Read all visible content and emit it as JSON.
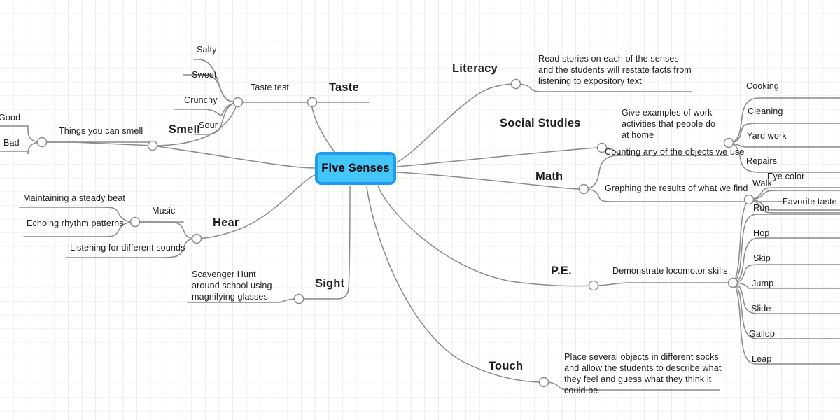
{
  "diagram": {
    "title": "Five Senses",
    "type": "mind-map",
    "line_color": "#8a8a8a",
    "node_fill": "#45c6fb",
    "node_border": "#1f9cf0",
    "grid_color": "#e6f0e2",
    "text_color": "#1d1d1d"
  },
  "root": {
    "label": "Five Senses"
  },
  "branches": {
    "taste": {
      "label": "Taste"
    },
    "smell": {
      "label": "Smell"
    },
    "hear": {
      "label": "Hear"
    },
    "sight": {
      "label": "Sight"
    },
    "touch": {
      "label": "Touch"
    },
    "literacy": {
      "label": "Literacy"
    },
    "social_studies": {
      "label": "Social Studies"
    },
    "math": {
      "label": "Math"
    },
    "pe": {
      "label": "P.E."
    }
  },
  "nodes": {
    "taste_test": "Taste test",
    "salty": "Salty",
    "sweet": "Sweet",
    "crunchy": "Crunchy",
    "sour": "Sour",
    "things_you_can_smell": "Things you can smell",
    "good": "Good",
    "bad": "Bad",
    "music": "Music",
    "maintaining_beat": "Maintaining a steady beat",
    "echoing_rhythm": "Echoing rhythm patterns",
    "listening_sounds": "Listening for different sounds",
    "scavenger_hunt": "Scavenger Hunt around school using magnifying glasses",
    "touch_socks": "Place several objects in different socks and allow the students to describe what they feel and guess what they think it could be",
    "literacy_detail": "Read stories on each of the senses and the students will restate facts from listening to expository text",
    "social_detail": "Give examples of work activities that people do at home",
    "cooking": "Cooking",
    "cleaning": "Cleaning",
    "yard_work": "Yard work",
    "repairs": "Repairs",
    "counting_objects": "Counting any of the objects we use",
    "graphing_results": "Graphing the results of what we find",
    "eye_color": "Eye color",
    "favorite_taste_test": "Favorite taste test fo",
    "demonstrate_locomotor": "Demonstrate locomotor skills",
    "walk": "Walk",
    "run": "Run",
    "hop": "Hop",
    "skip": "Skip",
    "jump": "Jump",
    "slide": "Slide",
    "gallop": "Gallop",
    "leap": "Leap"
  }
}
